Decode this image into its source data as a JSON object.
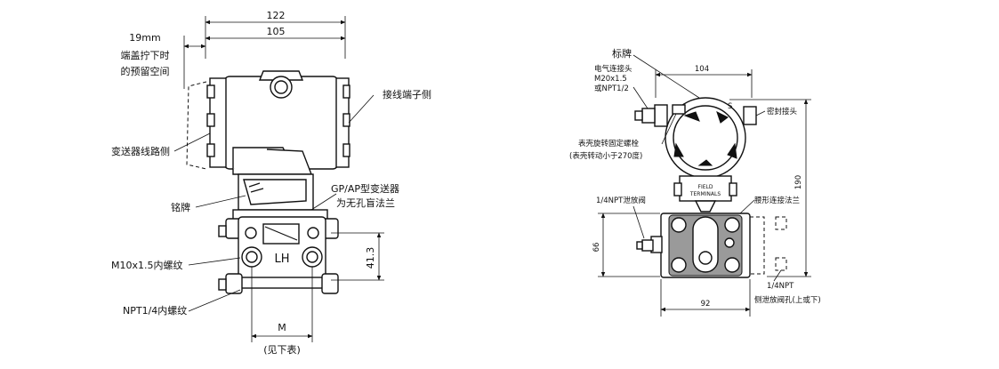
{
  "left_view": {
    "dim_total": "122",
    "dim_inner": "105",
    "clearance_lines": [
      "19mm",
      "端盖拧下时",
      "的预留空间"
    ],
    "label_terminal_side": "接线端子侧",
    "label_circuit_side": "变送器线路侧",
    "label_gp_ap": [
      "GP/AP型变送器",
      "为无孔盲法兰"
    ],
    "label_nameplate": "铭牌",
    "label_m10": "M10x1.5内螺纹",
    "label_npt": "NPT1/4内螺纹",
    "flange_mark": "LH",
    "dim_413": "41.3",
    "dim_m": "M",
    "see_table": "(见下表)"
  },
  "right_view": {
    "label_nameplate": "标牌",
    "label_elec_conn": [
      "电气连接头",
      "M20x1.5",
      "或NPT1/2"
    ],
    "dim_104": "104",
    "label_seal_plug": "密封接头",
    "label_housing_screw": [
      "表壳旋转固定螺栓",
      "(表壳转动小于270度)"
    ],
    "label_vent_valve": "1/4NPT泄放阀",
    "label_waist_flange": "腰形连接法兰",
    "dim_190": "190",
    "dim_66": "66",
    "dim_92": "92",
    "label_side_vent": [
      "1/4NPT",
      "侧泄放阀孔(上或下)"
    ],
    "field_terminals": [
      "FIELD",
      "TERMINALS"
    ],
    "housing_letter": "S"
  }
}
